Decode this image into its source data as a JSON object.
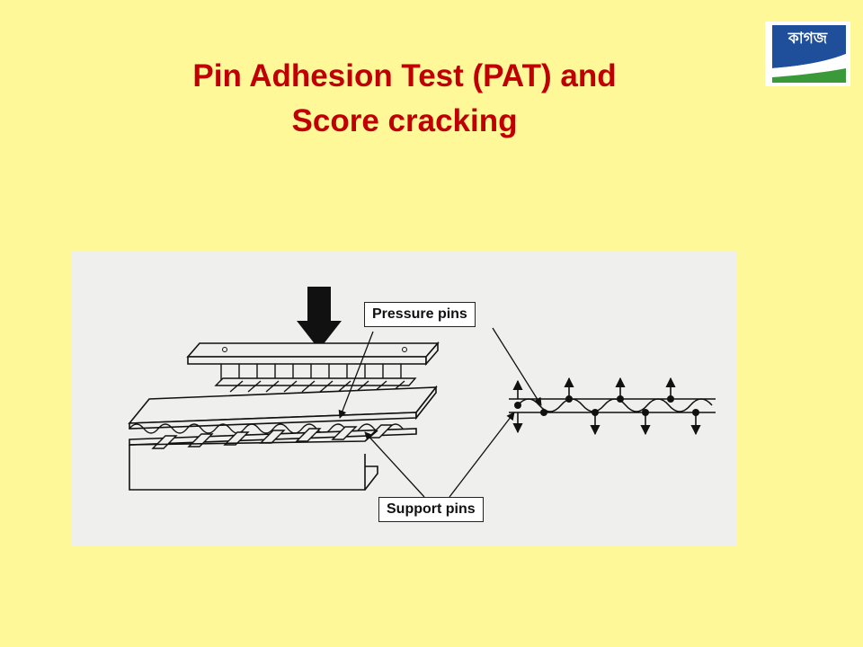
{
  "slide": {
    "title_line1": "Pin Adhesion Test (PAT) and",
    "title_line2": "Score cracking"
  },
  "logo": {
    "text": "কাগজ",
    "colors": {
      "blue": "#1F4E9A",
      "green": "#3A9A3A"
    }
  },
  "diagram": {
    "pressure_pins_label": "Pressure pins",
    "support_pins_label": "Support pins"
  },
  "colors": {
    "background": "#FFF899",
    "title": "#C00000",
    "figure_bg": "#EFF0EE"
  }
}
